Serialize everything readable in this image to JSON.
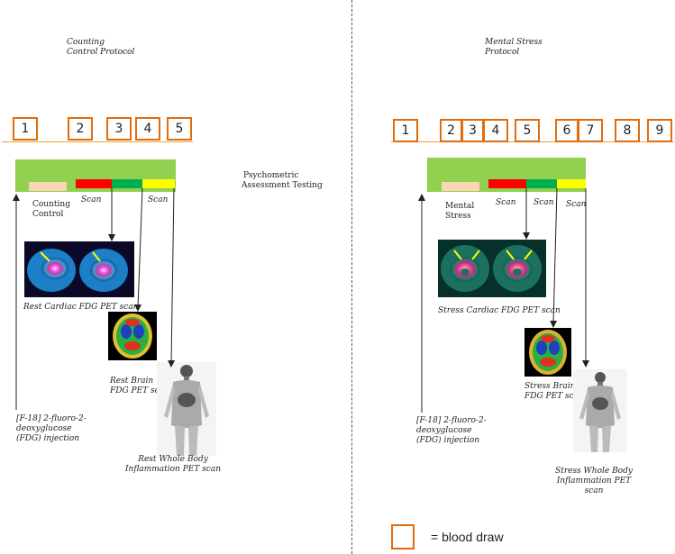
{
  "left": {
    "title_line1": "Counting",
    "title_line2": "Control Protocol",
    "boxes": [
      "1",
      "2",
      "3",
      "4",
      "5"
    ],
    "condition_line1": "Counting",
    "condition_line2": "Control",
    "scan1": "Scan",
    "scan2": "Scan",
    "cardiac_label": "Rest Cardiac FDG PET scan",
    "brain_line1": "Rest Brain",
    "brain_line2": "FDG PET scan",
    "body_line1": "Rest Whole Body",
    "body_line2": "Inflammation PET scan",
    "injection_line1": "[F-18] 2-fluoro-2-",
    "injection_line2": "deoxyglucose",
    "injection_line3": "(FDG) injection"
  },
  "middle": {
    "psych_line1": "Psychometric",
    "psych_line2": "Assessment Testing"
  },
  "right": {
    "title_line1": "Mental Stress",
    "title_line2": "Protocol",
    "boxes": [
      "1",
      "2",
      "3",
      "4",
      "5",
      "6",
      "7",
      "8",
      "9"
    ],
    "condition_line1": "Mental",
    "condition_line2": "Stress",
    "scan1": "Scan",
    "scan2": "Scan",
    "scan3": "Scan",
    "cardiac_label": "Stress Cardiac FDG PET scan",
    "brain_line1": "Stress Brain",
    "brain_line2": "FDG PET sca",
    "body_line1": "Stress Whole Body",
    "body_line2": "Inflammation PET",
    "body_line3": "scan",
    "injection_line1": "[F-18] 2-fluoro-2-",
    "injection_line2": "deoxyglucose",
    "injection_line3": "(FDG) injection"
  },
  "legend": {
    "text": "= blood draw"
  },
  "colors": {
    "box_border": "#e46c0a",
    "green_bar": "#92d050",
    "red": "#ff0000",
    "green": "#00b050",
    "yellow": "#ffff00",
    "beige": "#fcd5b4"
  }
}
